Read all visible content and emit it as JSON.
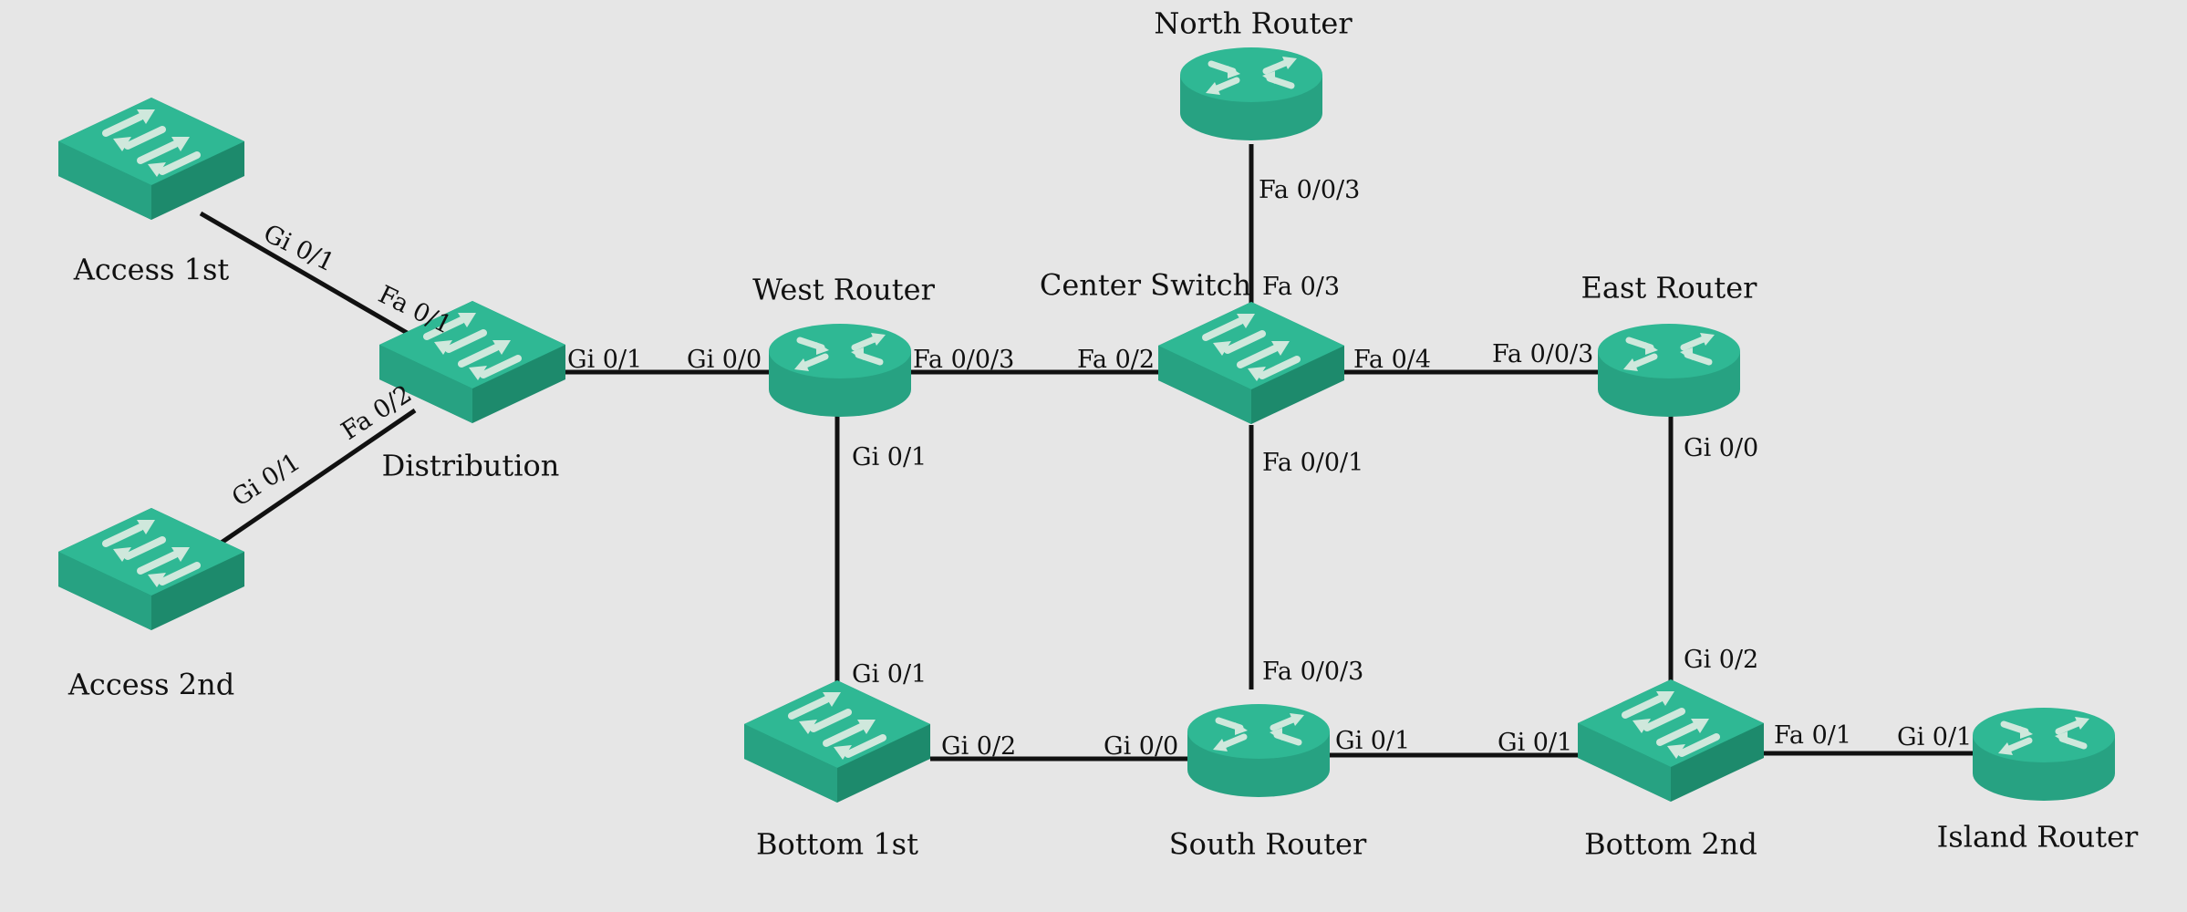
{
  "colors": {
    "background": "#e6e6e6",
    "device_top": "#2fb894",
    "device_side_light": "#27a282",
    "device_side_dark": "#1d8a6c",
    "arrow": "#cfe8dc",
    "link": "#111111",
    "text": "#111111"
  },
  "devices": [
    {
      "id": "access1",
      "kind": "switch",
      "label": "Access 1st",
      "icon": "switch-icon"
    },
    {
      "id": "access2",
      "kind": "switch",
      "label": "Access 2nd",
      "icon": "switch-icon"
    },
    {
      "id": "distribution",
      "kind": "switch",
      "label": "Distribution",
      "icon": "switch-icon"
    },
    {
      "id": "west",
      "kind": "router",
      "label": "West Router",
      "icon": "router-icon"
    },
    {
      "id": "center",
      "kind": "switch",
      "label": "Center Switch",
      "icon": "switch-icon"
    },
    {
      "id": "north",
      "kind": "router",
      "label": "North Router",
      "icon": "router-icon"
    },
    {
      "id": "east",
      "kind": "router",
      "label": "East Router",
      "icon": "router-icon"
    },
    {
      "id": "bottom1",
      "kind": "switch",
      "label": "Bottom 1st",
      "icon": "switch-icon"
    },
    {
      "id": "south",
      "kind": "router",
      "label": "South Router",
      "icon": "router-icon"
    },
    {
      "id": "bottom2",
      "kind": "switch",
      "label": "Bottom 2nd",
      "icon": "switch-icon"
    },
    {
      "id": "island",
      "kind": "router",
      "label": "Island Router",
      "icon": "router-icon"
    }
  ],
  "links": [
    {
      "a": "access1",
      "a_port": "Gi 0/1",
      "b": "distribution",
      "b_port": "Fa 0/1"
    },
    {
      "a": "access2",
      "a_port": "Gi 0/1",
      "b": "distribution",
      "b_port": "Fa 0/2"
    },
    {
      "a": "distribution",
      "a_port": "Gi 0/1",
      "b": "west",
      "b_port": "Gi 0/0"
    },
    {
      "a": "west",
      "a_port": "Fa 0/0/3",
      "b": "center",
      "b_port": "Fa 0/2"
    },
    {
      "a": "north",
      "a_port": "Fa 0/0/3",
      "b": "center",
      "b_port": "Fa 0/3"
    },
    {
      "a": "center",
      "a_port": "Fa 0/4",
      "b": "east",
      "b_port": "Fa 0/0/3"
    },
    {
      "a": "west",
      "a_port": "Gi 0/1",
      "b": "bottom1",
      "b_port": "Gi 0/1"
    },
    {
      "a": "center",
      "a_port": "Fa 0/0/1",
      "b": "south",
      "b_port": "Fa 0/0/3"
    },
    {
      "a": "east",
      "a_port": "Gi 0/0",
      "b": "bottom2",
      "b_port": "Gi 0/2"
    },
    {
      "a": "bottom1",
      "a_port": "Gi 0/2",
      "b": "south",
      "b_port": "Gi 0/0"
    },
    {
      "a": "south",
      "a_port": "Gi 0/1",
      "b": "bottom2",
      "b_port": "Gi 0/1"
    },
    {
      "a": "bottom2",
      "a_port": "Fa 0/1",
      "b": "island",
      "b_port": "Gi 0/1"
    }
  ]
}
